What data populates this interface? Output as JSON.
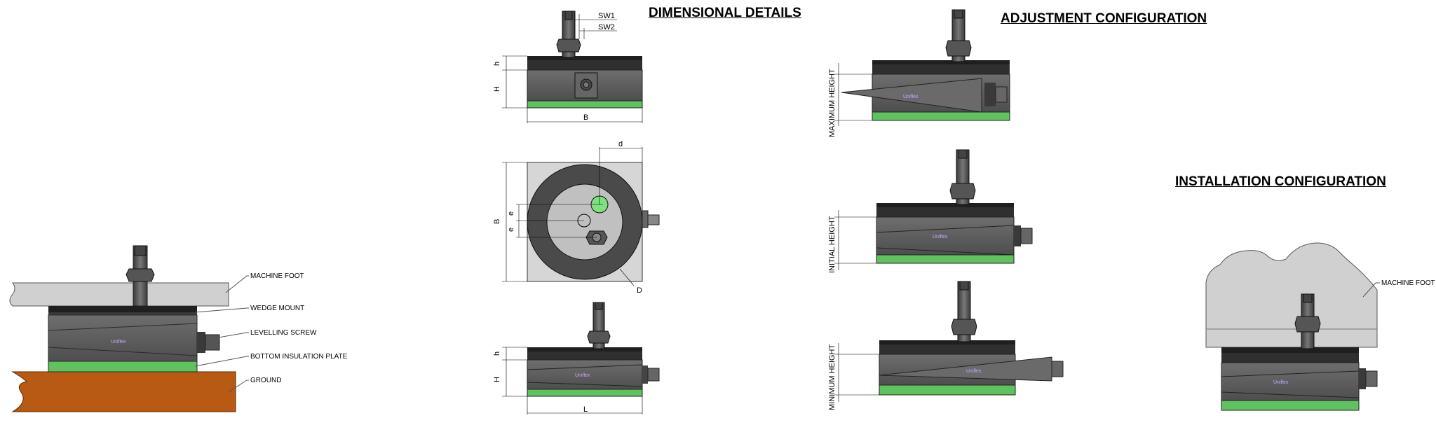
{
  "headings": {
    "dimensional_details": "DIMENSIONAL DETAILS",
    "adjustment_configuration": "ADJUSTMENT CONFIGURATION",
    "installation_configuration": "INSTALLATION CONFIGURATION"
  },
  "callouts": {
    "machine_foot": "MACHINE FOOT",
    "wedge_mount": "WEDGE MOUNT",
    "levelling_screw": "LEVELLING SCREW",
    "bottom_insulation_plate": "BOTTOM INSULATION PLATE",
    "ground": "GROUND"
  },
  "dimensions": {
    "sw1": "SW1",
    "sw2": "SW2",
    "h_top": "h",
    "H_top": "H",
    "B_front": "B",
    "d": "d",
    "B_plan": "B",
    "e_upper": "e",
    "e_lower": "e",
    "D": "D",
    "h_side": "h",
    "H_side": "H",
    "L": "L"
  },
  "adjustment": {
    "maximum_height": "MAXIMUM HEIGHT",
    "initial_height": "INITIAL HEIGHT",
    "minimum_height": "MINIMUM HEIGHT"
  },
  "installation": {
    "machine_foot": "MACHINE FOOT"
  },
  "colors": {
    "mount_body": "#5f5f5f",
    "mount_dark": "#2a2a2a",
    "insulation_green": "#5fc25f",
    "ground_orange": "#b85a14",
    "machine_foot_gray": "#cfcfcf",
    "plan_green": "#7ee07e"
  }
}
